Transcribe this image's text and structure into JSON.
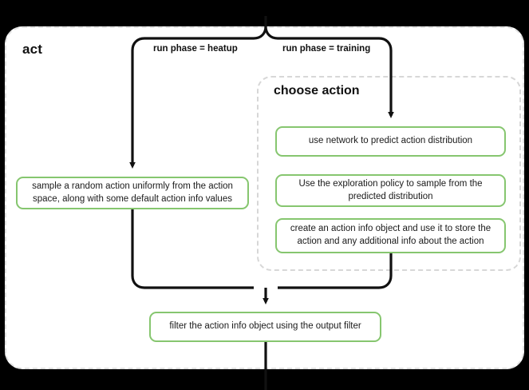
{
  "diagram": {
    "type": "flowchart",
    "title": "act",
    "background_color": "#000000",
    "canvas_color": "#ffffff",
    "accent_color": "#86c66f",
    "line_color": "#111111",
    "dashed_border_color": "#d7d7d7"
  },
  "outer_group": {
    "label": "act"
  },
  "branch_labels": {
    "left": "run phase = heatup",
    "right": "run phase = training"
  },
  "choose_group": {
    "label": "choose action",
    "label_line1": "choose",
    "label_line2": "action"
  },
  "nodes": {
    "sample_random_action": "sample a random action uniformly from the action space, along with some default action info values",
    "use_network": "use network to predict action distribution",
    "exploration_policy": "Use the exploration policy to sample from the predicted distribution",
    "create_action_info": "create an action info object and use it to store the action and any additional info about the action",
    "filter_action_info": "filter the action info object using the output filter"
  }
}
